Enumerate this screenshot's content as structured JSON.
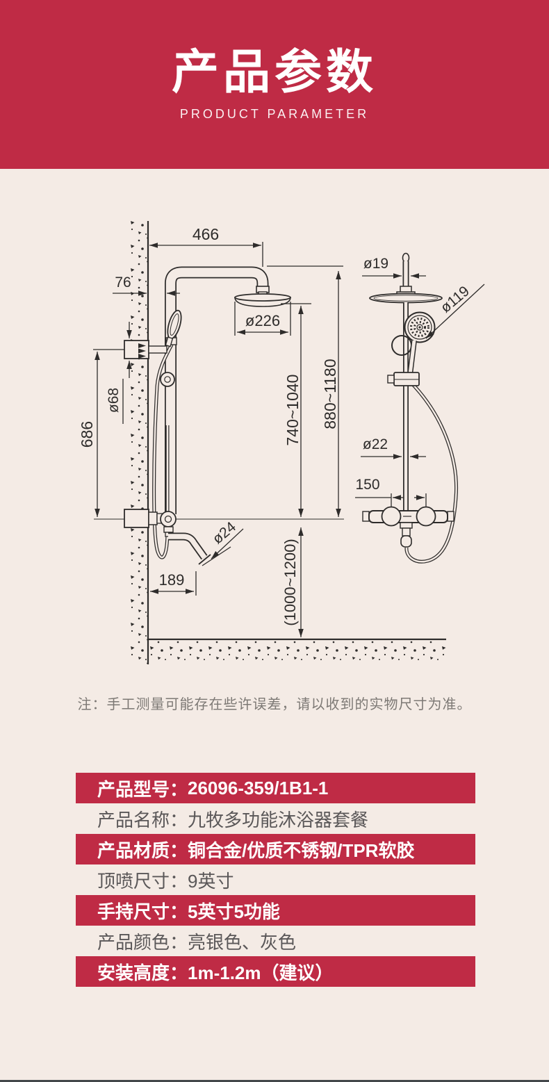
{
  "page": {
    "background_color": "#f4ebe5",
    "bottom_bar_color": "#43474a"
  },
  "header": {
    "background_color": "#bf2b45",
    "title": "产品参数",
    "subtitle": "PRODUCT PARAMETER"
  },
  "drawing": {
    "line_color": "#2e2c2b",
    "left_view": {
      "dims": {
        "top_width": "466",
        "wall_offset": "76",
        "head_diameter": "ø226",
        "bracket_diameter": "ø68",
        "bracket_to_valve": "686",
        "head_to_valve": "740~1040",
        "overall_height": "880~1180",
        "spout_diameter": "ø24",
        "spout_reach": "189",
        "install_height": "(1000~1200)"
      }
    },
    "right_view": {
      "dims": {
        "top_pipe_diameter": "ø19",
        "hand_shower_diameter": "ø119",
        "riser_diameter": "ø22",
        "valve_spacing": "150"
      }
    }
  },
  "note": "注：手工测量可能存在些许误差，请以收到的实物尺寸为准。",
  "spec_table": {
    "highlight_color": "#bf2b45",
    "rows": [
      {
        "label": "产品型号：",
        "value": "26096-359/1B1-1",
        "highlight": true
      },
      {
        "label": "产品名称：",
        "value": "九牧多功能沐浴器套餐",
        "highlight": false
      },
      {
        "label": "产品材质：",
        "value": "铜合金/优质不锈钢/TPR软胶",
        "highlight": true
      },
      {
        "label": "顶喷尺寸：",
        "value": "9英寸",
        "highlight": false
      },
      {
        "label": "手持尺寸：",
        "value": "5英寸5功能",
        "highlight": true
      },
      {
        "label": "产品颜色：",
        "value": "亮银色、灰色",
        "highlight": false
      },
      {
        "label": "安装高度：",
        "value": "1m-1.2m（建议）",
        "highlight": true
      }
    ]
  }
}
